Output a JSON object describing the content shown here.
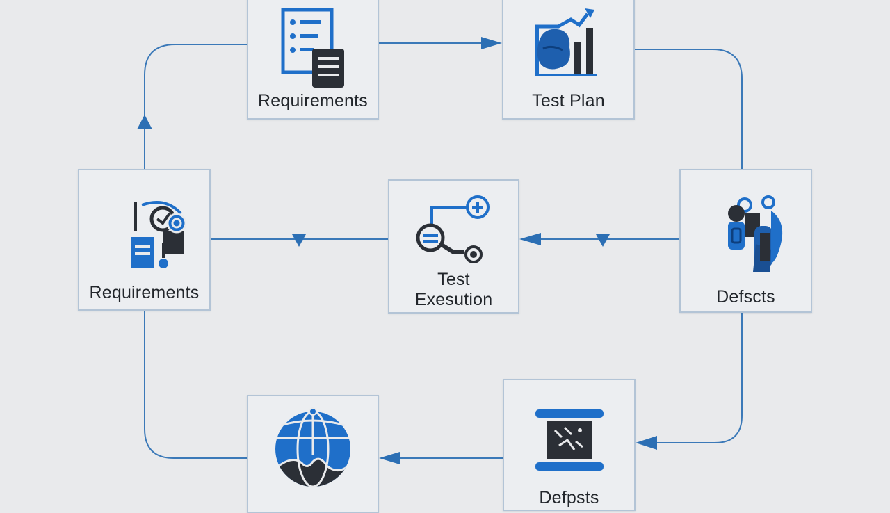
{
  "nodes": {
    "req_top": {
      "label": "Requirements",
      "icon": "checklist-document-icon"
    },
    "test_plan": {
      "label": "Test Plan",
      "icon": "bar-chart-growth-icon"
    },
    "req_left": {
      "label": "Requirements",
      "icon": "gauge-document-icon"
    },
    "test_execution": {
      "label_line1": "Test",
      "label_line2": "Exesution",
      "icon": "connected-nodes-icon"
    },
    "defects_right": {
      "label": "Defscts",
      "icon": "people-group-icon"
    },
    "defects_bottom": {
      "label": "Defpsts",
      "icon": "scroll-board-icon"
    },
    "globe": {
      "label": "",
      "icon": "globe-icon"
    }
  },
  "colors": {
    "accent_blue": "#1f6fc9",
    "line_blue": "#3b79b8",
    "icon_dark": "#2b2f36",
    "box_border": "#b3c4d6"
  }
}
